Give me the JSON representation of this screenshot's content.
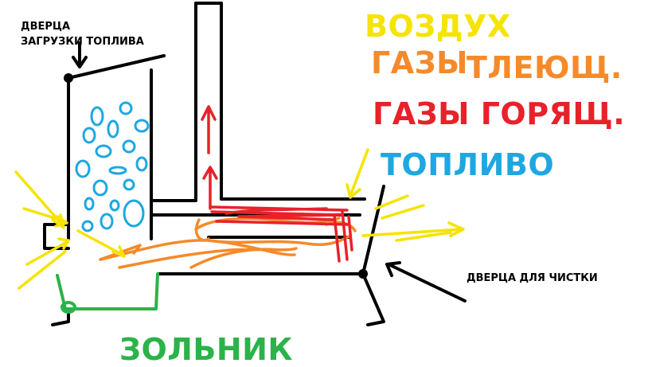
{
  "labels": {
    "fuel_door": [
      "ДВЕРЦА",
      "ЗАГРУЗКИ ТОПЛИВА"
    ],
    "clean_door": "ДВЕРЦА ДЛЯ ЧИСТКИ",
    "ashpit": "ЗОЛЬНИК"
  },
  "legend": {
    "air": "ВОЗДУХ",
    "smouldering_gases_part1": "ГАЗЫ",
    "smouldering_gases_part2": "ТЛЕЮЩ.",
    "burning_gases": "ГАЗЫ ГОРЯЩ.",
    "fuel": "ТОПЛИВО"
  },
  "colors": {
    "air": "#f5e300",
    "smouldering_gases": "#f58a2a",
    "burning_gases": "#e8212a",
    "fuel": "#1ea7e1",
    "ashpit": "#2bb34a",
    "structure": "#000000"
  }
}
